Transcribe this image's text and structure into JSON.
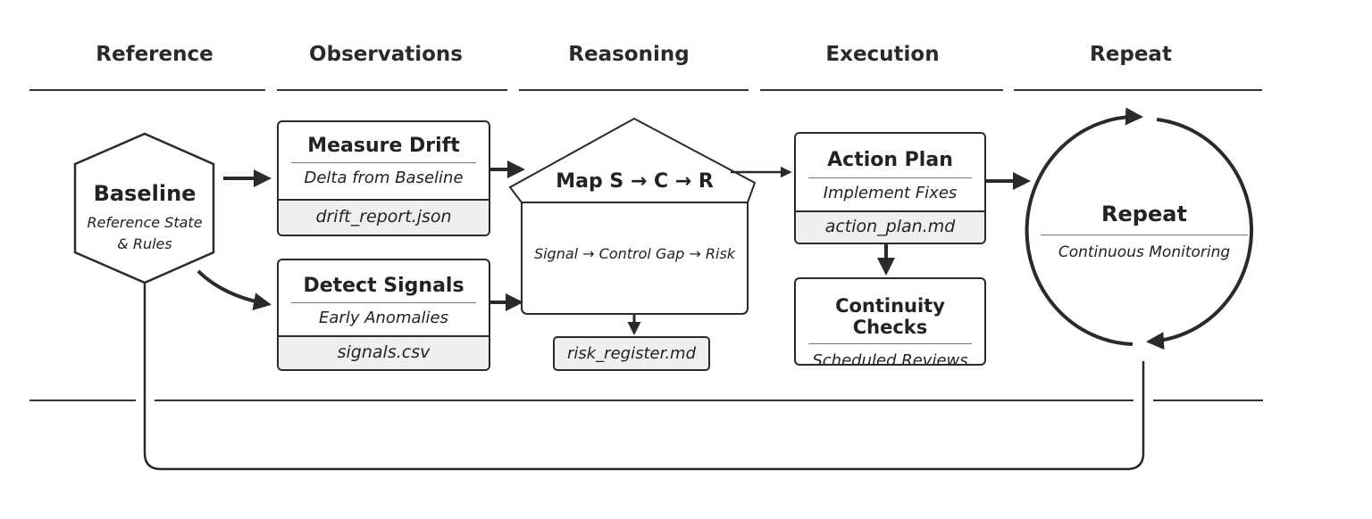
{
  "columns": [
    "Reference",
    "Observations",
    "Reasoning",
    "Execution",
    "Repeat"
  ],
  "baseline": {
    "title": "Baseline",
    "subtitle_line1": "Reference State",
    "subtitle_line2": "& Rules"
  },
  "measure_drift": {
    "title": "Measure Drift",
    "subtitle": "Delta from Baseline",
    "file": "drift_report.json"
  },
  "detect_signals": {
    "title": "Detect Signals",
    "subtitle": "Early Anomalies",
    "file": "signals.csv"
  },
  "map": {
    "title": "Map S → C → R",
    "subtitle": "Signal → Control Gap → Risk",
    "file": "risk_register.md"
  },
  "action_plan": {
    "title": "Action Plan",
    "subtitle": "Implement Fixes",
    "file": "action_plan.md"
  },
  "continuity": {
    "title": "Continuity Checks",
    "subtitle": "Scheduled Reviews"
  },
  "repeat": {
    "title": "Repeat",
    "subtitle": "Continuous Monitoring"
  }
}
